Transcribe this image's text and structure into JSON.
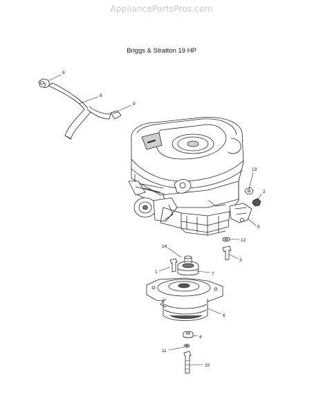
{
  "watermark": "AppliancePartsPros.com",
  "title": "Briggs & Stratton 19 HP",
  "callouts": {
    "c9a": "9",
    "c8": "8",
    "c9b": "9",
    "c13": "13",
    "c2": "2",
    "c5": "5",
    "c12": "12",
    "c14": "14",
    "c3": "3",
    "c1": "1",
    "c7": "7",
    "c6": "6",
    "c4": "4",
    "c11": "11",
    "c10": "10"
  },
  "colors": {
    "line": "#222222",
    "shade": "#4a4a4a",
    "light": "#d9d9d9"
  }
}
